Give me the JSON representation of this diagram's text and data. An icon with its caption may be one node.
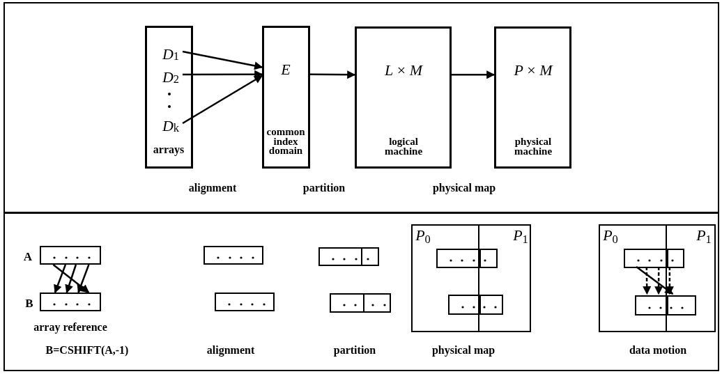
{
  "diagram": {
    "nodes": [
      {
        "text": [
          "arrays"
        ]
      },
      {
        "text": [
          "*D*$_{1}$"
        ],
        "in": 0
      },
      {
        "text": [
          "*D*$_{2}$"
        ],
        "in": 0
      },
      {
        "text": [
          "*D*$_{k}$"
        ],
        "in": 0
      },
      {
        "text": [
          "*E*",
          "common index domain"
        ]
      },
      {
        "text": [
          "*L* × *M*",
          "logical machine"
        ]
      },
      {
        "text": [
          "*P* × *M*",
          "physical machine"
        ]
      },
      {
        "text": [],
        "shape": "box",
        "beside": [
          "A"
        ]
      },
      {
        "text": [],
        "shape": "box",
        "beside": [
          "B"
        ]
      },
      {
        "text": [],
        "shape": "box"
      },
      {
        "text": [],
        "shape": "box"
      },
      {
        "text": [],
        "shape": "box"
      },
      {
        "text": [],
        "shape": "box"
      },
      {
        "text": [
          "*P*$_{0}$",
          "*P*$_{1}$"
        ]
      },
      {
        "text": [],
        "shape": "box",
        "in": 13
      },
      {
        "text": [],
        "shape": "box",
        "in": 13
      },
      {
        "text": [
          "*P*$_{0}$",
          "*P*$_{1}$"
        ]
      },
      {
        "text": [],
        "shape": "box",
        "in": 16
      },
      {
        "text": [],
        "shape": "box",
        "in": 16
      }
    ],
    "edges": [
      {
        "from": 1,
        "to": 4,
        "arrow": "to"
      },
      {
        "from": 2,
        "to": 4,
        "arrow": "to"
      },
      {
        "from": 3,
        "to": 4,
        "arrow": "to"
      },
      {
        "from": 4,
        "to": 5,
        "arrow": "to"
      },
      {
        "from": 5,
        "to": 6,
        "arrow": "to"
      },
      {
        "from": 7,
        "to": 8,
        "arrow": "to"
      },
      {
        "from": 7,
        "to": 8,
        "arrow": "to"
      },
      {
        "from": 7,
        "to": 8,
        "arrow": "to"
      },
      {
        "from": 7,
        "to": 8,
        "arrow": "to"
      },
      {
        "from": 17,
        "to": 18,
        "arrow": "to"
      },
      {
        "from": 17,
        "to": 18,
        "arrow": "to",
        "style": "dashed"
      },
      {
        "from": 17,
        "to": 18,
        "arrow": "to",
        "style": "dashed"
      },
      {
        "from": 17,
        "to": 18,
        "arrow": "to",
        "style": "dashed"
      }
    ],
    "labels": [
      "alignment",
      "partition",
      "physical map",
      "array reference",
      "B=CSHIFT(A,-1)",
      "alignment",
      "partition",
      "physical map",
      "data motion"
    ]
  }
}
